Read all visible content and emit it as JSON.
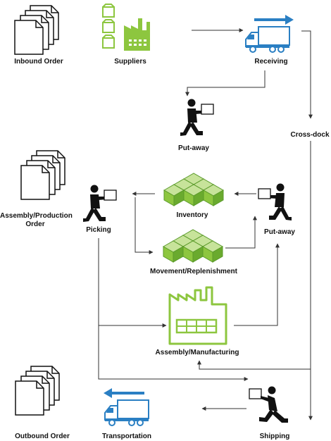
{
  "colors": {
    "green": "#8dc63f",
    "green_dark": "#5a9a2a",
    "blue": "#2a7fc3",
    "black": "#111111",
    "line": "#333333"
  },
  "labels": {
    "inbound_order": "Inbound Order",
    "suppliers": "Suppliers",
    "receiving": "Receiving",
    "putaway_top": "Put-away",
    "cross_dock": "Cross-dock",
    "assembly_order_1": "Assembly/Production",
    "assembly_order_2": "Order",
    "picking": "Picking",
    "inventory": "Inventory",
    "putaway_mid": "Put-away",
    "movement": "Movement/Replenishment",
    "assembly_manufacturing": "Assembly/Manufacturing",
    "outbound_order": "Outbound Order",
    "transportation": "Transportation",
    "shipping": "Shipping"
  },
  "icons": {
    "inbound_order": "document-stack-icon",
    "suppliers": "factory-with-boxes-icon",
    "receiving": "truck-arrow-right-icon",
    "putaway_top": "person-carrying-box-icon",
    "assembly_order": "document-stack-icon",
    "picking": "person-carrying-box-icon",
    "inventory": "stacked-cubes-icon",
    "putaway_mid": "person-carrying-box-icon",
    "movement": "stacked-cubes-icon",
    "assembly_manufacturing": "factory-icon",
    "outbound_order": "document-stack-icon",
    "transportation": "truck-arrow-left-icon",
    "shipping": "person-pushing-box-icon"
  }
}
